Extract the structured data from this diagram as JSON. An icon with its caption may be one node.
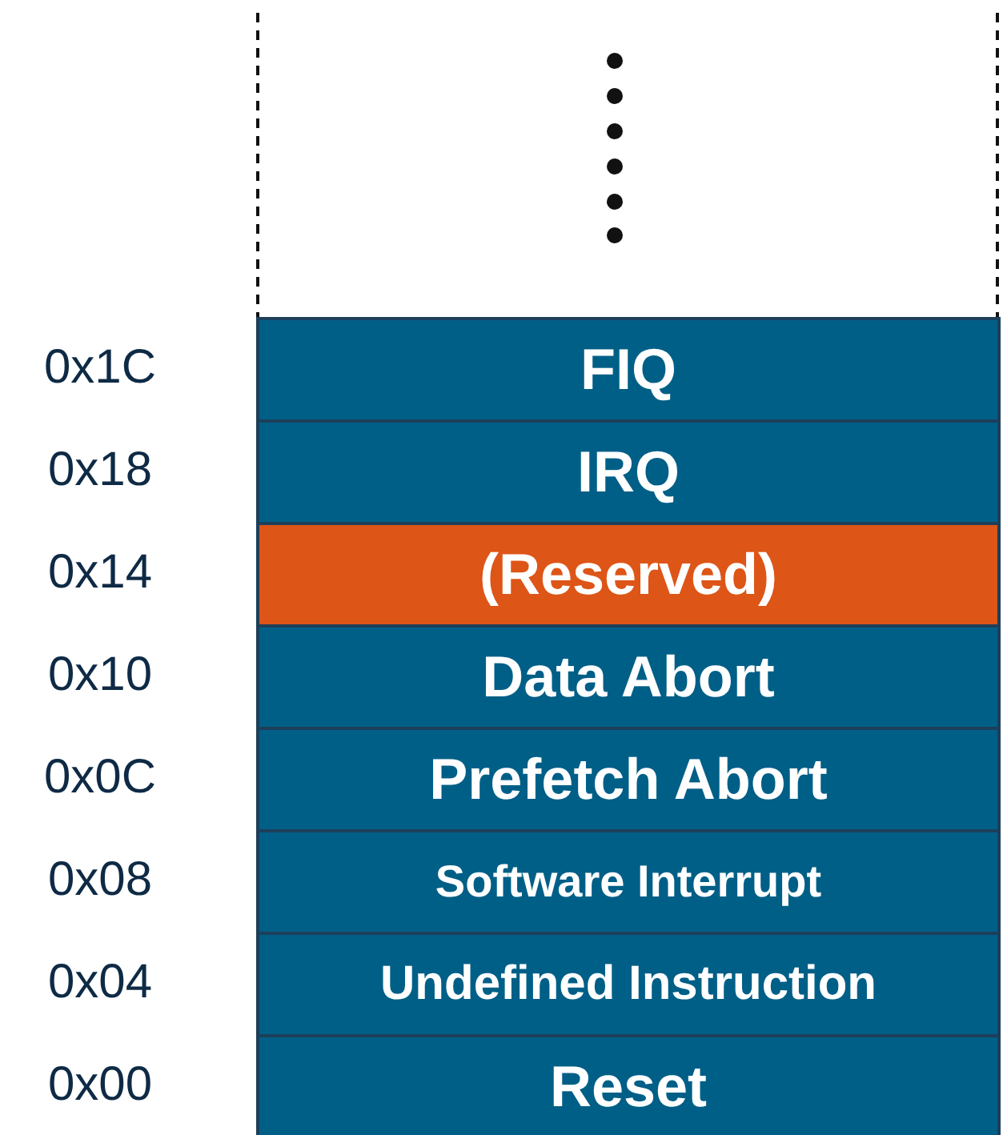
{
  "diagram": {
    "nodes": [
      {
        "text": [
          "FIQ"
        ],
        "beside": [
          "0x1C"
        ]
      },
      {
        "text": [
          "IRQ"
        ],
        "beside": [
          "0x18"
        ]
      },
      {
        "text": [
          "(Reserved)"
        ],
        "beside": [
          "0x14"
        ]
      },
      {
        "text": [
          "Data Abort"
        ],
        "beside": [
          "0x10"
        ]
      },
      {
        "text": [
          "Prefetch Abort"
        ],
        "beside": [
          "0x0C"
        ]
      },
      {
        "text": [
          "Software Interrupt"
        ],
        "beside": [
          "0x08"
        ]
      },
      {
        "text": [
          "Undefined Instruction"
        ],
        "beside": [
          "0x04"
        ]
      },
      {
        "text": [
          "Reset"
        ],
        "beside": [
          "0x00"
        ]
      }
    ]
  }
}
